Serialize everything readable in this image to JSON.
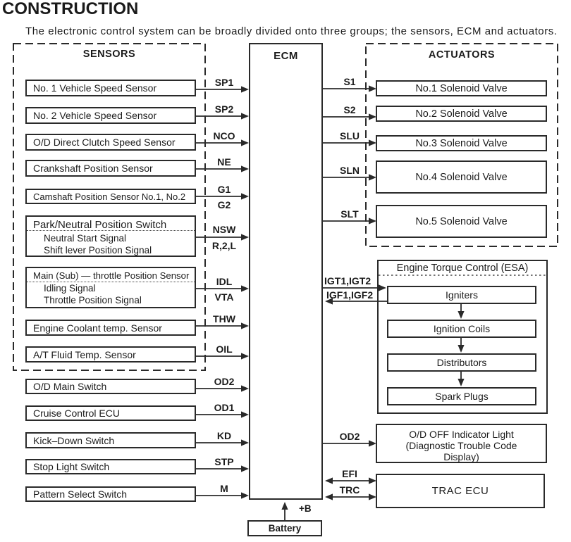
{
  "header": {
    "title": "CONSTRUCTION",
    "intro": "The electronic control system can be broadly divided onto three groups; the sensors, ECM and actuators."
  },
  "colors": {
    "ink": "#1f1f1f",
    "line": "#2e2e2e",
    "background": "#ffffff"
  },
  "ecm": {
    "label": "ECM"
  },
  "battery": {
    "label": "Battery",
    "signal": "+B"
  },
  "sensors": {
    "group_label": "SENSORS",
    "boxes": [
      {
        "label": "No. 1 Vehicle Speed Sensor",
        "signal": "SP1"
      },
      {
        "label": "No. 2 Vehicle Speed Sensor",
        "signal": "SP2"
      },
      {
        "label": "O/D Direct Clutch Speed Sensor",
        "signal": "NCO"
      },
      {
        "label": "Crankshaft Position Sensor",
        "signal": "NE"
      },
      {
        "label": "Camshaft Position Sensor No.1, No.2",
        "signal_top": "G1",
        "signal_bottom": "G2"
      },
      {
        "label": "Park/Neutral Position Switch",
        "sublabel1": "Neutral Start Signal",
        "sublabel2": "Shift lever Position Signal",
        "signal_top": "NSW",
        "signal_bottom": "R,2,L"
      },
      {
        "label": "Main (Sub) — throttle Position Sensor",
        "sublabel1": "Idling Signal",
        "sublabel2": "Throttle Position Signal",
        "signal_top": "IDL",
        "signal_bottom": "VTA"
      },
      {
        "label": "Engine Coolant temp. Sensor",
        "signal": "THW"
      },
      {
        "label": "A/T Fluid Temp. Sensor",
        "signal": "OIL"
      }
    ],
    "switch_boxes": [
      {
        "label": "O/D Main Switch",
        "signal": "OD2"
      },
      {
        "label": "Cruise Control ECU",
        "signal": "OD1"
      },
      {
        "label": "Kick–Down Switch",
        "signal": "KD"
      },
      {
        "label": "Stop Light Switch",
        "signal": "STP"
      },
      {
        "label": "Pattern Select Switch",
        "signal": "M"
      }
    ]
  },
  "actuators": {
    "group_label": "ACTUATORS",
    "boxes": [
      {
        "label": "No.1 Solenoid Valve",
        "signal": "S1"
      },
      {
        "label": "No.2 Solenoid Valve",
        "signal": "S2"
      },
      {
        "label": "No.3 Solenoid Valve",
        "signal": "SLU"
      },
      {
        "label": "No.4 Solenoid Valve",
        "signal": "SLN"
      },
      {
        "label": "No.5 Solenoid Valve",
        "signal": "SLT"
      }
    ]
  },
  "esa": {
    "title": "Engine Torque Control (ESA)",
    "signal_to": "IGT1,IGT2",
    "signal_from": "IGF1,IGF2",
    "chain": [
      {
        "label": "Igniters"
      },
      {
        "label": "Ignition Coils"
      },
      {
        "label": "Distributors"
      },
      {
        "label": "Spark Plugs"
      }
    ]
  },
  "indicator": {
    "signal": "OD2",
    "lines": [
      "O/D OFF Indicator Light",
      "(Diagnostic Trouble Code",
      "Display)"
    ]
  },
  "trac": {
    "label": "TRAC ECU",
    "signal_top": "EFI",
    "signal_bottom": "TRC"
  }
}
